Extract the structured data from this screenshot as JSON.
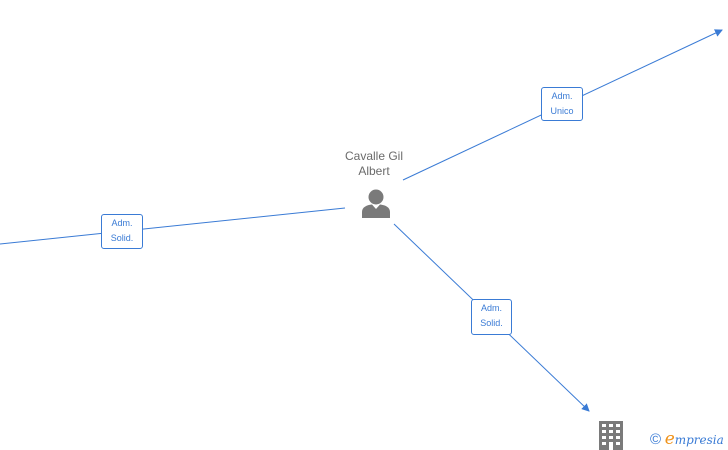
{
  "person": {
    "name_line1": "Cavalle Gil",
    "name_line2": "Albert",
    "icon": "person-icon"
  },
  "relations": [
    {
      "id": "top",
      "role_line1": "Adm.",
      "role_line2": "Unico",
      "direction": "outgoing"
    },
    {
      "id": "left",
      "role_line1": "Adm.",
      "role_line2": "Solid.",
      "direction": "incoming"
    },
    {
      "id": "bottom",
      "role_line1": "Adm.",
      "role_line2": "Solid.",
      "direction": "outgoing"
    }
  ],
  "company": {
    "icon": "building-icon"
  },
  "brand": {
    "copyright_symbol": "©",
    "logo_initial": "e",
    "logo_rest": "mpresia"
  },
  "colors": {
    "edge": "#3a7bd5",
    "node_icon": "#7a7a7a",
    "text": "#6b6b6b",
    "brand_accent": "#f0931b"
  }
}
